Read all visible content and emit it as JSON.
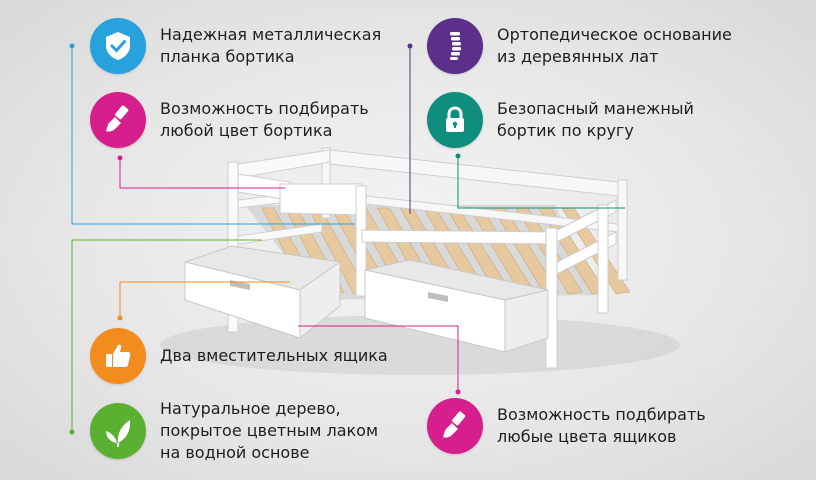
{
  "colors": {
    "blue": "#27a2dc",
    "magenta": "#d61f8c",
    "purple": "#5b2f8a",
    "teal": "#0f8e7d",
    "orange": "#f28c1e",
    "green": "#5ab031",
    "background": "#e9e9e9"
  },
  "features": [
    {
      "id": "metal-plank",
      "icon": "shield-check-icon",
      "color": "#27a2dc",
      "lines": [
        "Надежная металлическая",
        "планка бортика"
      ]
    },
    {
      "id": "side-color",
      "icon": "paint-brush-icon",
      "color": "#d61f8c",
      "lines": [
        "Возможность подбирать",
        "любой цвет бортика"
      ]
    },
    {
      "id": "ortho-base",
      "icon": "spine-icon",
      "color": "#5b2f8a",
      "lines": [
        "Ортопедическое основание",
        "из деревянных лат"
      ]
    },
    {
      "id": "safe-rail",
      "icon": "padlock-icon",
      "color": "#0f8e7d",
      "lines": [
        "Безопасный манежный",
        "бортик по кругу"
      ]
    },
    {
      "id": "drawers",
      "icon": "thumbs-up-icon",
      "color": "#f28c1e",
      "lines": [
        "Два вместительных ящика"
      ]
    },
    {
      "id": "natural-wood",
      "icon": "leaf-icon",
      "color": "#5ab031",
      "lines": [
        "Натуральное дерево,",
        "покрытое цветным лаком",
        "на водной основе"
      ]
    },
    {
      "id": "drawer-color",
      "icon": "paint-brush-icon",
      "color": "#d61f8c",
      "lines": [
        "Возможность подбирать",
        "любые цвета ящиков"
      ]
    }
  ]
}
